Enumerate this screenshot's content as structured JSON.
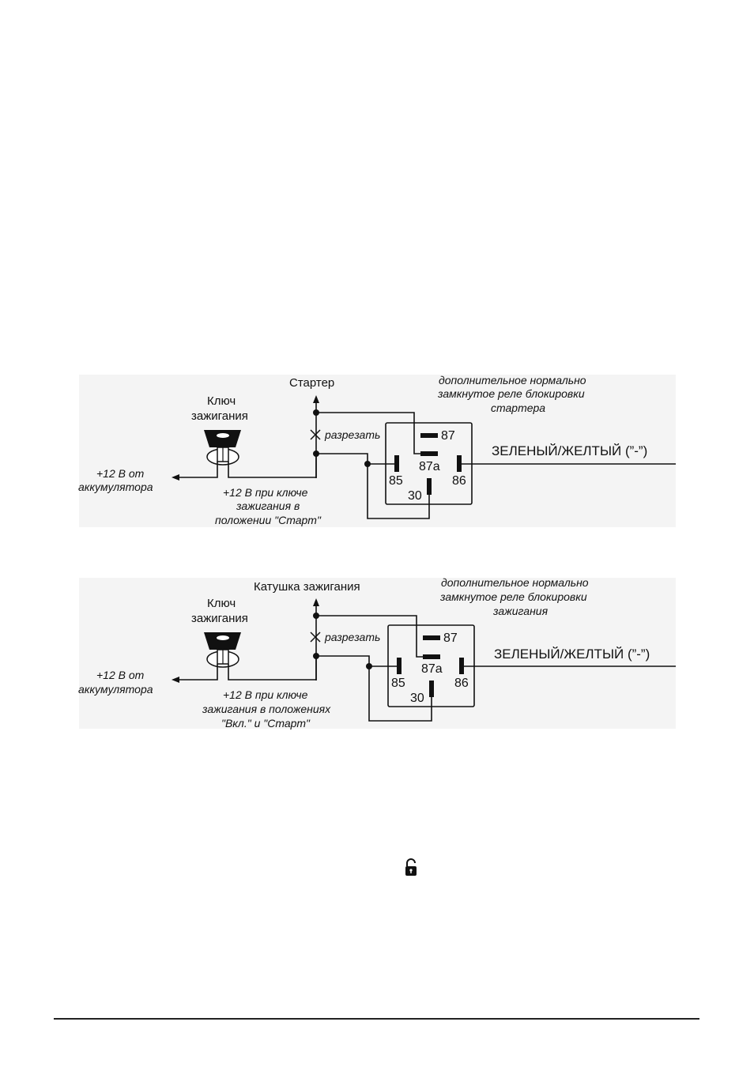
{
  "diagram1": {
    "top_label": "Стартер",
    "key_label_line1": "Ключ",
    "key_label_line2": "зажигания",
    "battery_line1": "+12 В от",
    "battery_line2": "аккумулятора",
    "cut_label": "разрезать",
    "note_line1": "+12 В при ключе",
    "note_line2": "зажигания в",
    "note_line3": "положении \"Старт\"",
    "relay_desc_line1": "дополнительное нормально",
    "relay_desc_line2": "замкнутое реле блокировки",
    "relay_desc_line3": "стартера",
    "wire_label": "ЗЕЛЕНЫЙ/ЖЕЛТЫЙ (”-”)",
    "pins": {
      "p87": "87",
      "p87a": "87a",
      "p85": "85",
      "p86": "86",
      "p30": "30"
    }
  },
  "diagram2": {
    "top_label": "Катушка зажигания",
    "key_label_line1": "Ключ",
    "key_label_line2": "зажигания",
    "battery_line1": "+12 В от",
    "battery_line2": "аккумулятора",
    "cut_label": "разрезать",
    "note_line1": "+12 В при ключе",
    "note_line2": "зажигания в положениях",
    "note_line3": "\"Вкл.\" и \"Старт\"",
    "relay_desc_line1": "дополнительное нормально",
    "relay_desc_line2": "замкнутое реле блокировки",
    "relay_desc_line3": "зажигания",
    "wire_label": "ЗЕЛЕНЫЙ/ЖЕЛТЫЙ (”-”)",
    "pins": {
      "p87": "87",
      "p87a": "87a",
      "p85": "85",
      "p86": "86",
      "p30": "30"
    }
  },
  "colors": {
    "panel_bg": "#f4f4f4",
    "ink": "#111111"
  },
  "icons": {
    "footer": "lock-icon",
    "key": "ignition-key-icon"
  }
}
